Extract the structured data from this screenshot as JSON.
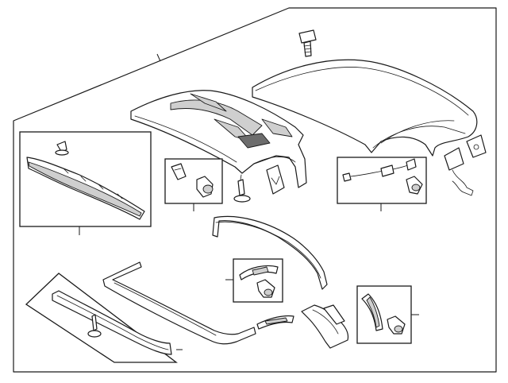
{
  "diagram": {
    "line_color": "#1a1a1a",
    "fill_light": "#cfcfcf",
    "fill_dark": "#6d6d6d",
    "background": "#ffffff",
    "parts": [
      {
        "id": "top-cover",
        "icon": "convertible-top-cover"
      },
      {
        "id": "top-frame-trim-panel",
        "icon": "roof-trim-panel"
      },
      {
        "id": "rear-header-trim",
        "icon": "header-trim"
      },
      {
        "id": "retainer-clip",
        "icon": "clip"
      },
      {
        "id": "mounting-bolt",
        "icon": "bolt"
      },
      {
        "id": "push-pin-fastener",
        "icon": "push-pin"
      },
      {
        "id": "wiring-harness",
        "icon": "harness"
      },
      {
        "id": "hinge-bracket",
        "icon": "bracket"
      },
      {
        "id": "weatherstrip-upper",
        "icon": "weatherstrip"
      },
      {
        "id": "weatherstrip-side",
        "icon": "weatherstrip"
      },
      {
        "id": "seal-retainer",
        "icon": "retainer"
      },
      {
        "id": "corner-seal",
        "icon": "seal"
      }
    ]
  }
}
